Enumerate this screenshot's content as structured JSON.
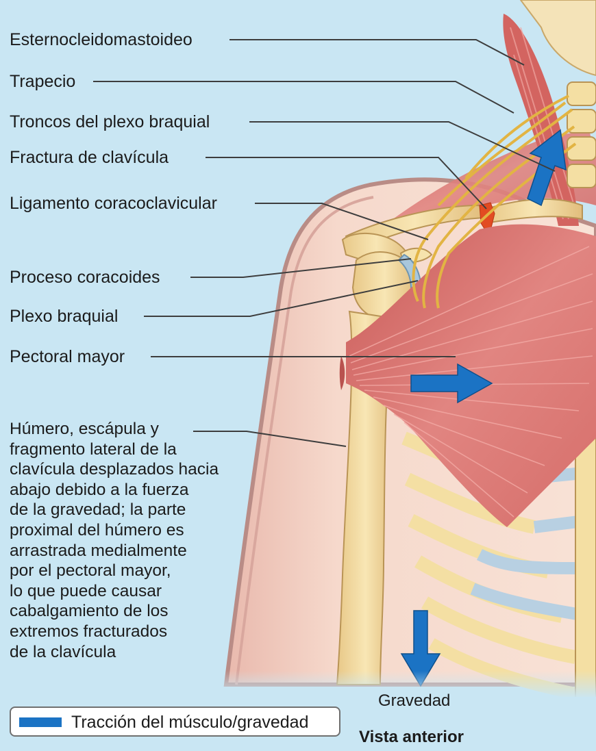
{
  "labels": {
    "esternocleidomastoideo": "Esternocleidomastoideo",
    "trapecio": "Trapecio",
    "troncos": "Troncos del plexo braquial",
    "fractura": "Fractura de clavícula",
    "ligamento": "Ligamento coracoclavicular",
    "coracoides": "Proceso coracoides",
    "plexo": "Plexo braquial",
    "pectoral": "Pectoral mayor"
  },
  "description": "Húmero, escápula y\nfragmento lateral de la\nclavícula desplazados hacia\nabajo debido a la fuerza\nde la gravedad; la parte\nproximal del húmero es\narrastrada medialmente\npor el pectoral mayor,\nlo que puede causar\ncabalgamiento de los\nextremos fracturados\nde la clavícula",
  "gravity_label": "Gravedad",
  "legend": {
    "label": "Tracción del músculo/gravedad"
  },
  "view_label": "Vista anterior",
  "colors": {
    "background": "#c9e6f3",
    "skin": "#f3d2c3",
    "bone": "#f4dfa3",
    "muscle": "#d96f6b",
    "nerve": "#e5b544",
    "cartilage": "#a9c7dc",
    "arrow": "#1b73c4"
  },
  "icons": {
    "traction_arrow": "blue-arrow"
  }
}
